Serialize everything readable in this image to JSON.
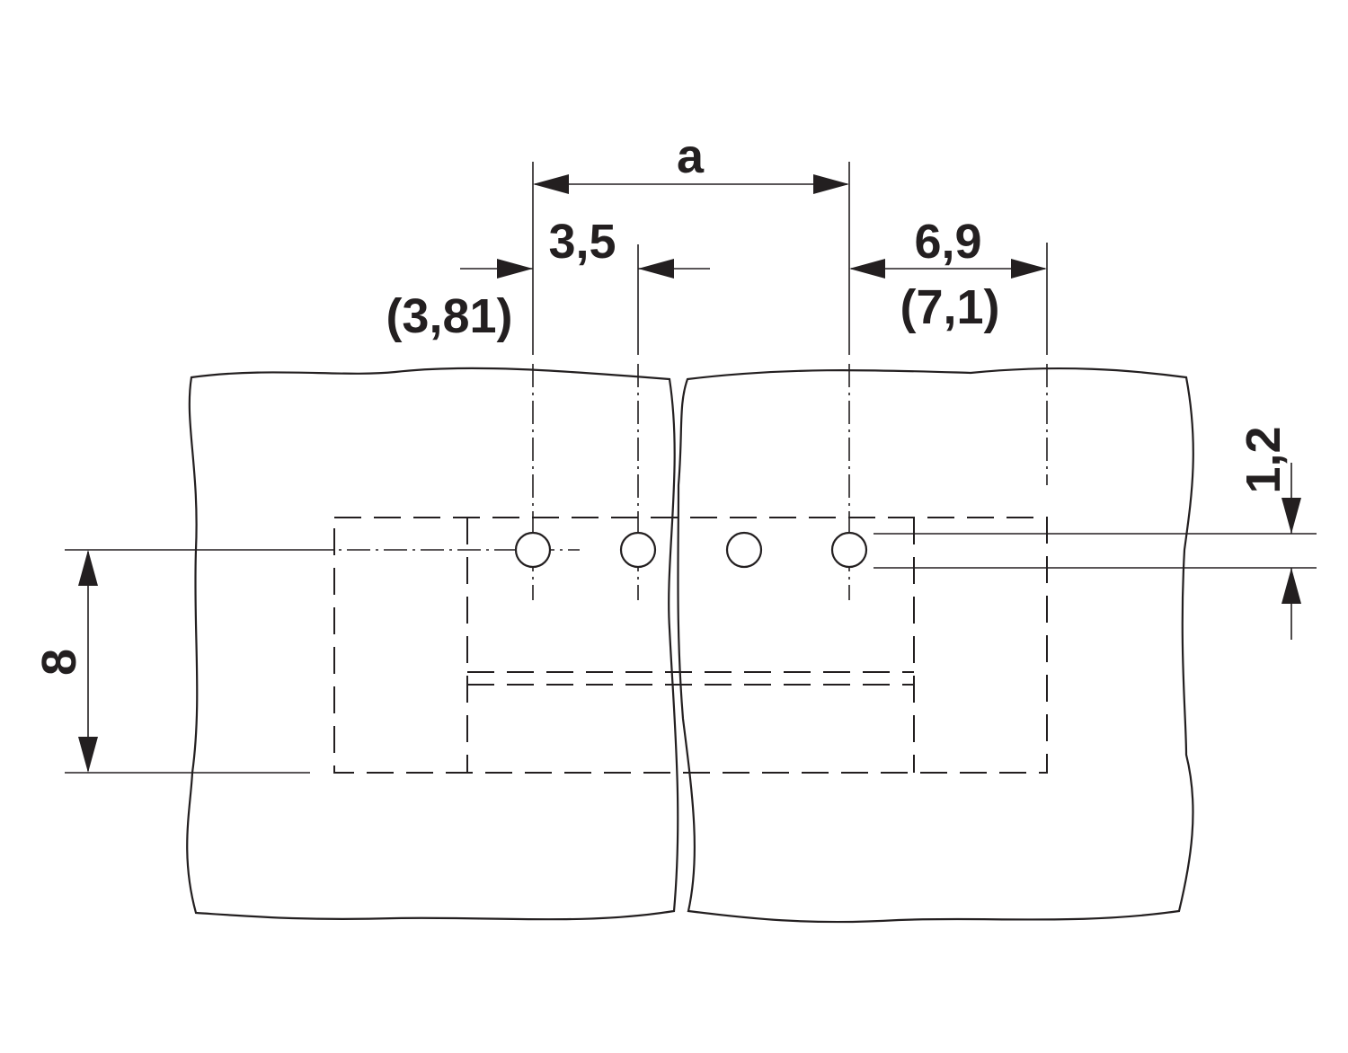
{
  "labels": {
    "pitch": "a",
    "offset_left": "3,5",
    "offset_left_alt": "(3,81)",
    "offset_right": "6,9",
    "offset_right_alt": "(7,1)",
    "hole_diameter": "1,2",
    "row_height": "8"
  },
  "colors": {
    "line": "#231f20",
    "background": "#ffffff"
  }
}
